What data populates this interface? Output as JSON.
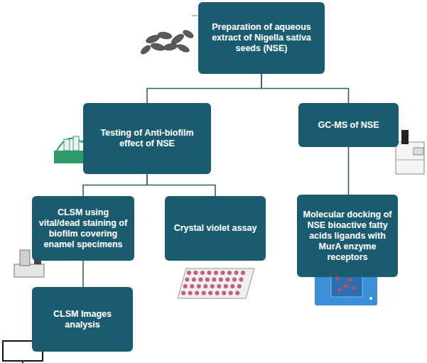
{
  "diagram": {
    "nodes": [
      {
        "text": [
          "Preparation of aqueous extract of Nigella sativa seeds (NSE)"
        ]
      },
      {
        "text": [
          "Testing of Anti-biofilm effect of NSE"
        ]
      },
      {
        "text": [
          "GC-MS of NSE"
        ]
      },
      {
        "text": [
          "CLSM using vital/dead staining of biofilm covering enamel specimens"
        ]
      },
      {
        "text": [
          "Crystal violet assay"
        ]
      },
      {
        "text": [
          "Molecular docking of NSE bioactive fatty acids ligands with MurA enzyme receptors"
        ]
      },
      {
        "text": [
          "CLSM Images analysis"
        ]
      }
    ],
    "edges": [
      {
        "from": 0,
        "to": 1,
        "arrow": "none"
      },
      {
        "from": 0,
        "to": 2,
        "arrow": "none"
      },
      {
        "from": 1,
        "to": 3,
        "arrow": "none"
      },
      {
        "from": 1,
        "to": 4,
        "arrow": "none"
      },
      {
        "from": 3,
        "to": 6,
        "arrow": "none"
      },
      {
        "from": 2,
        "to": 5,
        "arrow": "none"
      }
    ]
  }
}
